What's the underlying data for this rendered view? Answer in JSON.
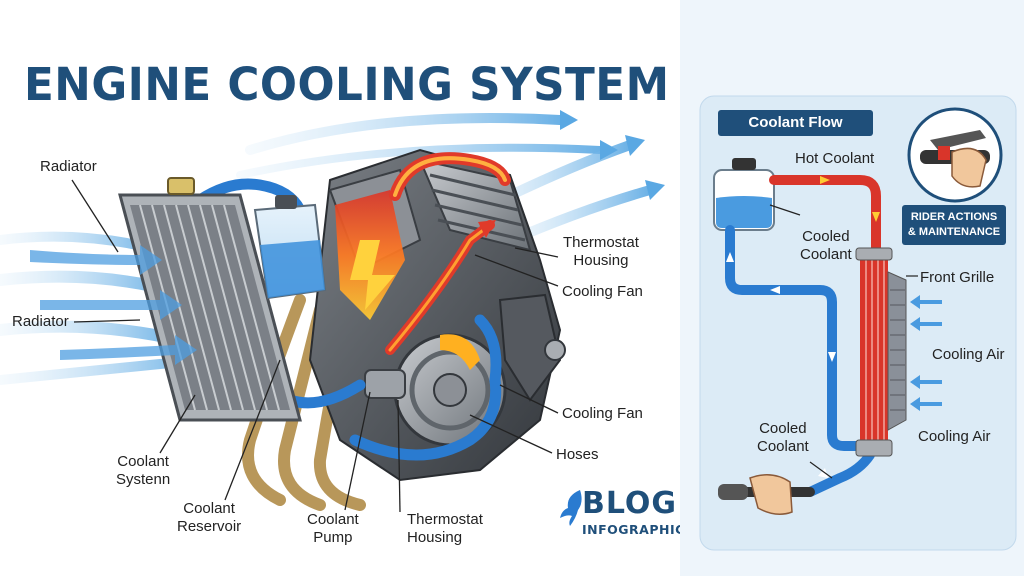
{
  "title": "ENGINE COOLING SYSTEM",
  "labels": {
    "radiator_top": "Radiator",
    "radiator_mid": "Radiator",
    "coolant_system": "Coolant\nSystenn",
    "coolant_reservoir": "Coolant\nReservoir",
    "coolant_pump": "Coolant\nPump",
    "thermostat_bottom": "Thermostat\nHousing",
    "thermostat_top": "Thermostat\nHousing",
    "cooling_fan_top": "Cooling Fan",
    "cooling_fan_bottom": "Cooling Fan",
    "hoses": "Hoses"
  },
  "flow": {
    "heading": "Coolant Flow",
    "hot_coolant": "Hot Coolant",
    "cooled_coolant_top": "Cooled\nCoolant",
    "front_grille": "Front Grille",
    "cooling_air_1": "Cooling Air",
    "cooling_air_2": "Cooling Air",
    "cooled_coolant_bottom": "Cooled\nCoolant",
    "rider": "RIDER ACTIONS\n& MAINTENANCE"
  },
  "brand": {
    "line1": "BLOG",
    "line2": "INFOGRAPHIC"
  },
  "colors": {
    "title": "#1f4f7a",
    "hot": "#d9352a",
    "cold": "#2a7bd0",
    "panel": "#eaf3fa",
    "airflow": "#6fb4e6"
  }
}
